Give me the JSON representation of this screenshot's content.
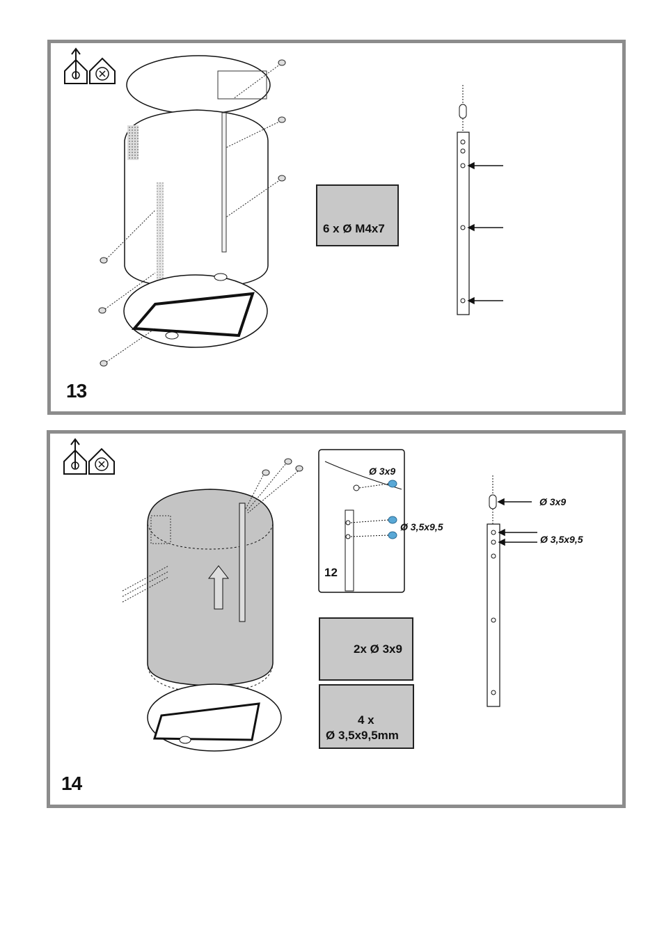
{
  "step13": {
    "number": "13",
    "screw_spec": "6 x Ø M4x7"
  },
  "step14": {
    "number": "14",
    "detail_ref": "12",
    "detail_label_top": "Ø 3x9",
    "detail_label_bottom": "Ø 3,5x9,5",
    "spec1": "2x Ø 3x9",
    "spec2_qty": "4 x",
    "spec2_size": "Ø 3,5x9,5mm",
    "bracket_label_top": "Ø 3x9",
    "bracket_label_bottom": "Ø 3,5x9,5"
  },
  "icons": [
    "ducted-extraction-icon",
    "recirculation-icon"
  ]
}
